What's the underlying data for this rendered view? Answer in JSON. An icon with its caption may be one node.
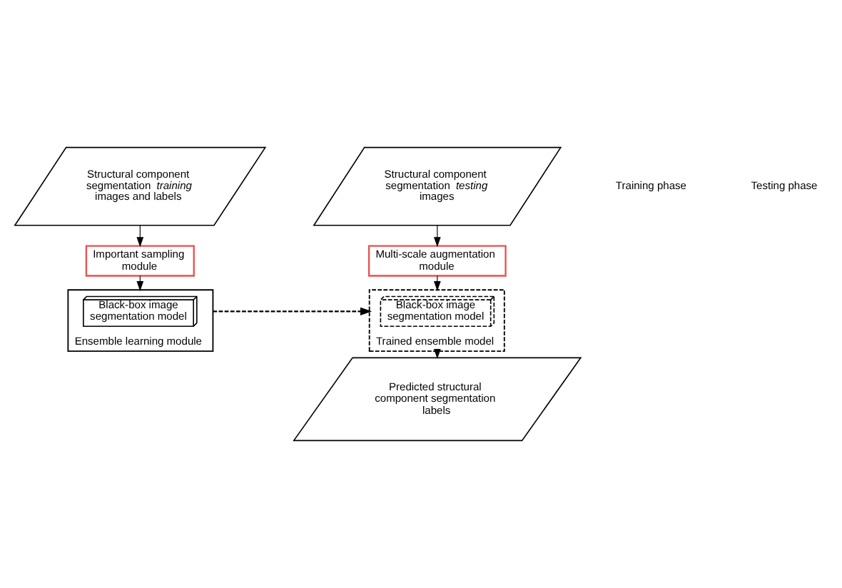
{
  "diagram": {
    "nodes": [
      {
        "text": [
          "Structural component segmentation *training* images and labels"
        ]
      },
      {
        "text": [
          "Important sampling module"
        ]
      },
      {
        "text": [
          "Ensemble learning module"
        ]
      },
      {
        "text": [
          "Black-box image segmentation model"
        ],
        "in": 2
      },
      {
        "text": [
          "Structural component segmentation *testing* images"
        ]
      },
      {
        "text": [
          "Multi-scale augmentation module"
        ]
      },
      {
        "text": [
          "Trained ensemble model"
        ]
      },
      {
        "text": [
          "Black-box image segmentation model"
        ],
        "in": 6
      },
      {
        "text": [
          "Predicted structural component segmentation labels"
        ]
      }
    ],
    "edges": [
      {
        "from": 0,
        "to": 1,
        "arrow": "to"
      },
      {
        "from": 1,
        "to": 2,
        "arrow": "to"
      },
      {
        "from": 4,
        "to": 5,
        "arrow": "to"
      },
      {
        "from": 5,
        "to": 6,
        "arrow": "to"
      },
      {
        "from": 2,
        "to": 6,
        "arrow": "to",
        "style": "dashed"
      },
      {
        "from": 6,
        "to": 8,
        "arrow": "to"
      }
    ],
    "labels": [
      "Training phase",
      "Testing phase"
    ]
  }
}
